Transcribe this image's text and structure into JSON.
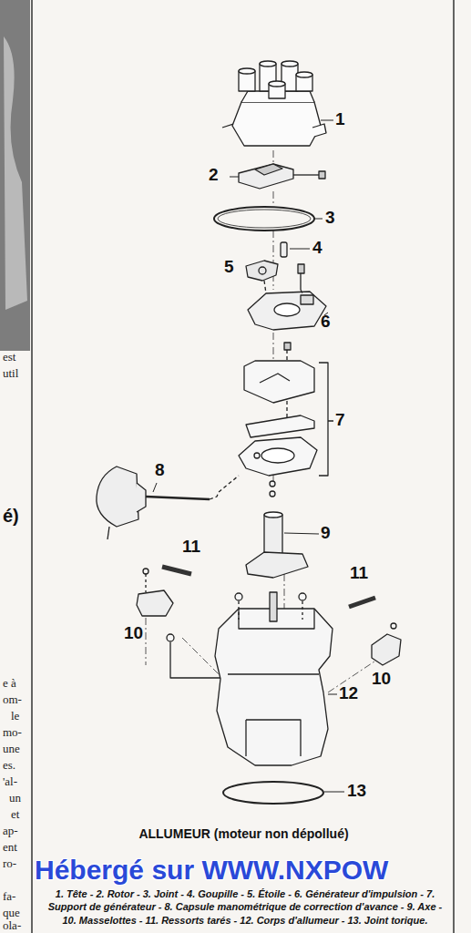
{
  "diagram": {
    "title": "ALLUMEUR (moteur non dépollué)",
    "caption": "1. Tête - 2. Rotor - 3. Joint - 4. Goupille - 5. Étoile - 6. Générateur d'impulsion - 7. Support de générateur - 8. Capsule manométrique de correction d'avance - 9. Axe - 10. Masselottes - 11. Ressorts tarés - 12. Corps d'allumeur - 13. Joint torique.",
    "labels": [
      "1",
      "2",
      "3",
      "4",
      "5",
      "6",
      "7",
      "8",
      "9",
      "11",
      "10",
      "11",
      "10",
      "12",
      "13",
      "Hébergé sur WWW.NXPOW",
      "est",
      "util",
      "é)",
      "e à",
      "om-",
      "le",
      "mo-",
      "une",
      "es.",
      "'al-",
      "un",
      "et",
      "ap-",
      "ent",
      "ro-",
      "fa-",
      "que",
      "ola-"
    ]
  }
}
